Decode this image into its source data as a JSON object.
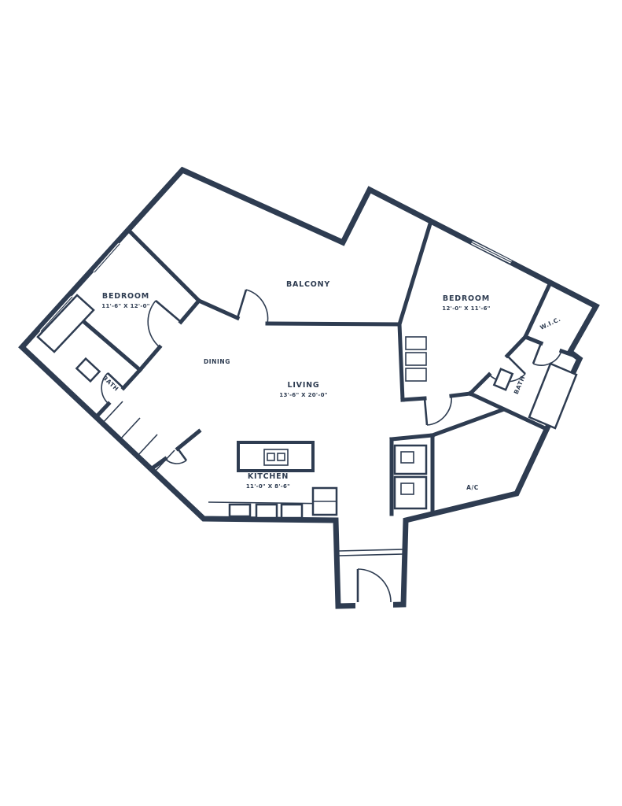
{
  "plan": {
    "background": "#ffffff",
    "wall_color": "#2e3c51",
    "rooms": {
      "balcony": {
        "label": "BALCONY"
      },
      "bedroom_left": {
        "label": "BEDROOM",
        "dims": "11'-6\" X 12'-0\""
      },
      "bedroom_right": {
        "label": "BEDROOM",
        "dims": "12'-0\" X 11'-6\""
      },
      "living": {
        "label": "LIVING",
        "dims": "13'-6\" X 20'-0\""
      },
      "dining": {
        "label": "DINING"
      },
      "kitchen": {
        "label": "KITCHEN",
        "dims": "11'-0\" X 8'-6\""
      },
      "bath_left": {
        "label": "BATH"
      },
      "bath_right": {
        "label": "BATH"
      },
      "walk_in_closet": {
        "label": "W.I.C."
      },
      "ac_closet": {
        "label": "A/C"
      }
    }
  }
}
